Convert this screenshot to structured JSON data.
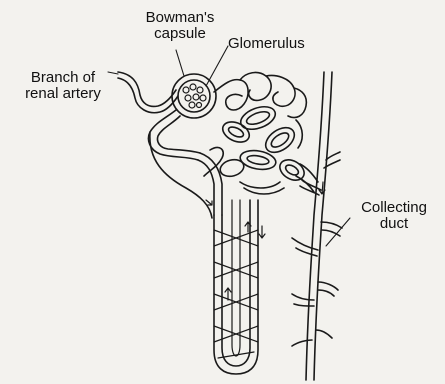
{
  "labels": {
    "bowmans_capsule": {
      "line1": "Bowman's",
      "line2": "capsule"
    },
    "glomerulus": "Glomerulus",
    "branch_renal_artery": {
      "line1": "Branch of",
      "line2": "renal artery"
    },
    "collecting_duct": {
      "line1": "Collecting",
      "line2": "duct"
    }
  },
  "colors": {
    "background": "#f3f2ee",
    "ink": "#1a1a1a"
  }
}
